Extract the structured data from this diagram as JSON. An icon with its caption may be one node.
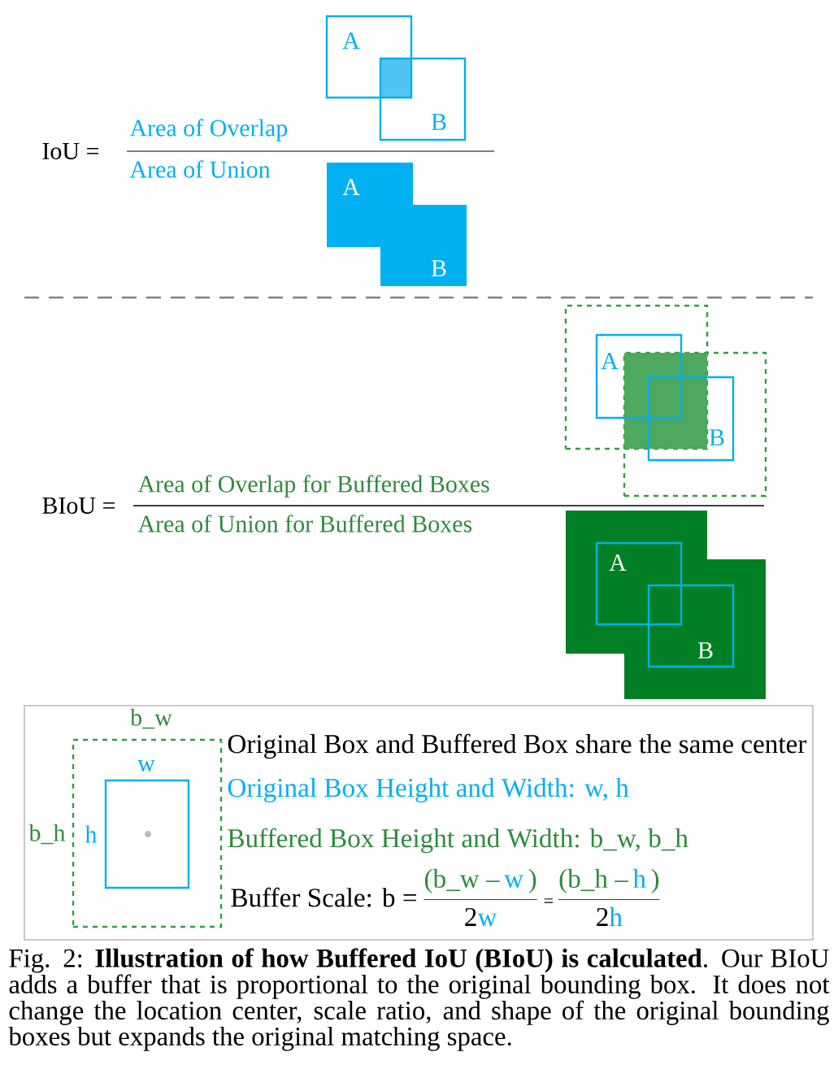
{
  "diagram": {
    "caption": "Fig. 2: **Illustration of how Buffered IoU (BIoU) is calculated**. Our BIoU adds a buffer that is proportional to the original bounding box. It does not change the location center, scale ratio, and shape of the original bounding boxes but expands the original matching space.",
    "nodes": [
      {
        "text": [
          "A"
        ]
      },
      {
        "text": [
          "B"
        ]
      },
      {
        "text": [
          "A",
          "B"
        ]
      },
      {
        "text": [],
        "shape": "box"
      },
      {
        "text": [],
        "shape": "box"
      },
      {
        "text": [
          "A"
        ],
        "in": 3
      },
      {
        "text": [
          "B"
        ],
        "in": 4
      },
      {
        "text": [],
        "shape": "box"
      },
      {
        "text": [
          "A"
        ],
        "in": 7
      },
      {
        "text": [
          "B"
        ],
        "in": 7
      },
      {
        "text": [],
        "shape": "box"
      },
      {
        "text": [
          "b_w",
          "b_h"
        ],
        "in": 10
      },
      {
        "text": [
          "w",
          "h"
        ],
        "in": 11
      }
    ],
    "labels": [
      "IoU =",
      "Area of Overlap",
      "Area of Union",
      "BIoU =",
      "Area of Overlap for Buffered Boxes",
      "Area of Union for Buffered Boxes",
      "Original Box and Buffered Box share the same center",
      "Original Box Height and Width: w, h",
      "Buffered Box Height and Width: b_w, b_h",
      "Buffer Scale: b =",
      "(b_w –",
      "w",
      ")",
      "2",
      "w",
      "=",
      "(b_h –",
      "h",
      ")",
      "2",
      "h"
    ]
  }
}
